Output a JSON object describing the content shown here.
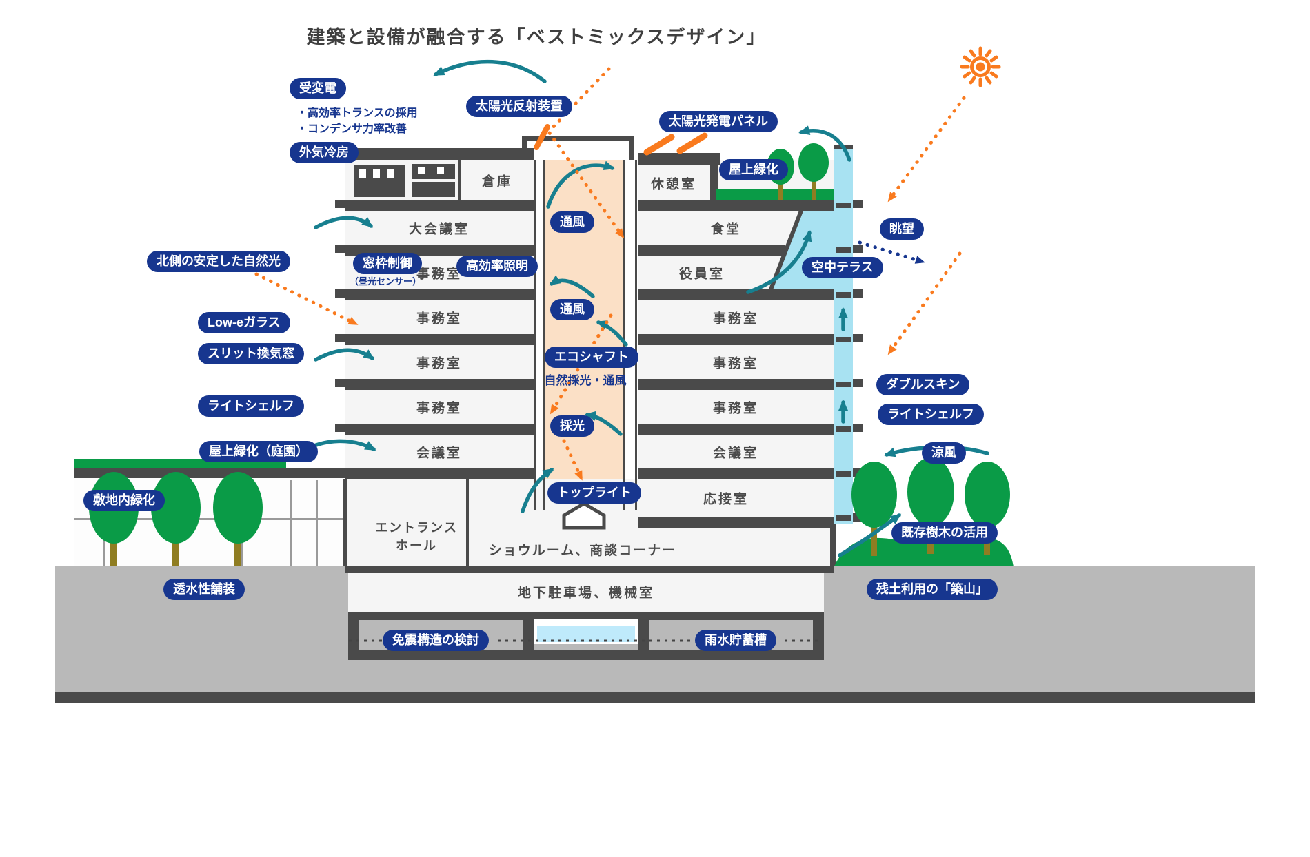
{
  "title": "建築と設備が融合する「ベストミックスデザイン」",
  "colors": {
    "navy": "#17368f",
    "teal": "#177f8f",
    "orange": "#f97a1e",
    "green": "#0a9b47",
    "skin_blue": "#a8e2f2",
    "shaft_peach": "#fbe0c6"
  },
  "pills": {
    "power_receiving": "受変電",
    "outside_air_cooling": "外気冷房",
    "solar_reflector": "太陽光反射装置",
    "solar_panel": "太陽光発電パネル",
    "rooftop_green": "屋上緑化",
    "ventilation_1": "通風",
    "view": "眺望",
    "north_light": "北側の安定した自然光",
    "window_control": "窓枠制御",
    "efficient_lighting": "高効率照明",
    "sky_terrace": "空中テラス",
    "ventilation_2": "通風",
    "low_e_glass": "Low-eガラス",
    "slit_window": "スリット換気窓",
    "eco_shaft": "エコシャフト",
    "double_skin": "ダブルスキン",
    "light_shelf_left": "ライトシェルフ",
    "light_shelf_right": "ライトシェルフ",
    "daylighting": "採光",
    "cool_breeze": "涼風",
    "rooftop_garden": "屋上緑化（庭園）",
    "site_greening": "敷地内緑化",
    "toplight": "トップライト",
    "existing_trees": "既存樹木の活用",
    "permeable_pavement": "透水性舗装",
    "mound": "残土利用の「築山」",
    "seismic_isolation": "免震構造の検討",
    "rainwater_tank": "雨水貯蓄槽"
  },
  "notes": {
    "transformer": "・高効率トランスの採用",
    "condenser": "・コンデンサ力率改善",
    "daylight_sensor": "（昼光センサー）",
    "natural_light_vent": "自然採光・通風",
    "entrance_line1": "エントランス",
    "entrance_line2": "ホール",
    "showroom": "ショウルーム、商談コーナー"
  },
  "rooms": {
    "left": [
      "倉庫",
      "大会議室",
      "事務室",
      "事務室",
      "事務室",
      "事務室",
      "会議室"
    ],
    "right": [
      "休憩室",
      "食堂",
      "役員室",
      "事務室",
      "事務室",
      "事務室",
      "会議室",
      "応接室"
    ],
    "basement": "地下駐車場、機械室"
  }
}
